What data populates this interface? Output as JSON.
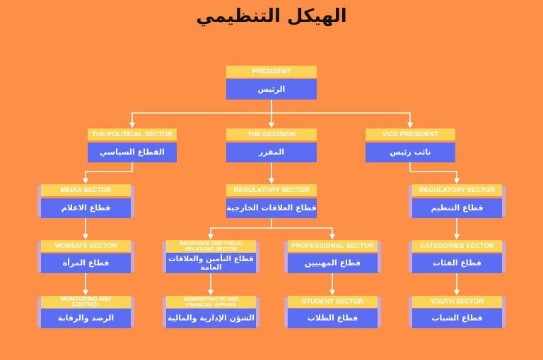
{
  "title": "الهيكل التنظيمي",
  "nodes": {
    "president": {
      "label": "PRESIDENT",
      "arabic": "الرئيس"
    },
    "political": {
      "label": "THE POLITICAL SECTOR",
      "arabic": "القطاع السياسي"
    },
    "decision": {
      "label": "THE DECISION",
      "arabic": "المقرر"
    },
    "vice": {
      "label": "VICE PRESIDENT",
      "arabic": "نائب رئيس"
    },
    "media": {
      "label": "MEDIA SECTOR",
      "arabic": "قطاع الاعلام"
    },
    "regulatory_ext": {
      "label": "REGULATORY SECTOR",
      "arabic": "قطاع العلاقات الخارجية"
    },
    "regulatory_org": {
      "label": "REGULATORY SECTOR",
      "arabic": "قطاع التنظيم"
    },
    "women": {
      "label": "WOMEN'S SECTOR",
      "arabic": "قطاع المرأة"
    },
    "insurance": {
      "label": "INSURANCE AND PUBLIC RELATIONS SECTOR",
      "arabic": "قطاع التأمين والعلاقات العامة"
    },
    "professional": {
      "label": "PROFESSIONAL SECTOR",
      "arabic": "قطاع المهنيين"
    },
    "categories": {
      "label": "CATEGORIES SECTOR",
      "arabic": "قطاع الفئات"
    },
    "monitoring": {
      "label": "MONITORING AND CONTROL",
      "arabic": "الرصد والرقابة"
    },
    "admin": {
      "label": "ADMINISTRATIVE AND FINANCIAL AFFAIRS",
      "arabic": "الشؤن الإدارية والمالية"
    },
    "student": {
      "label": "STUDENT SECTOR",
      "arabic": "قطاع الطلاب"
    },
    "youth": {
      "label": "YOUTH SECTOR",
      "arabic": "قطاع الشباب"
    }
  },
  "colors": {
    "background": "#fd8f47",
    "label_bg": "#fdd457",
    "box_bg": "#5b6df2",
    "side_bar": "#c9a7d8",
    "connector": "#ffffff"
  }
}
